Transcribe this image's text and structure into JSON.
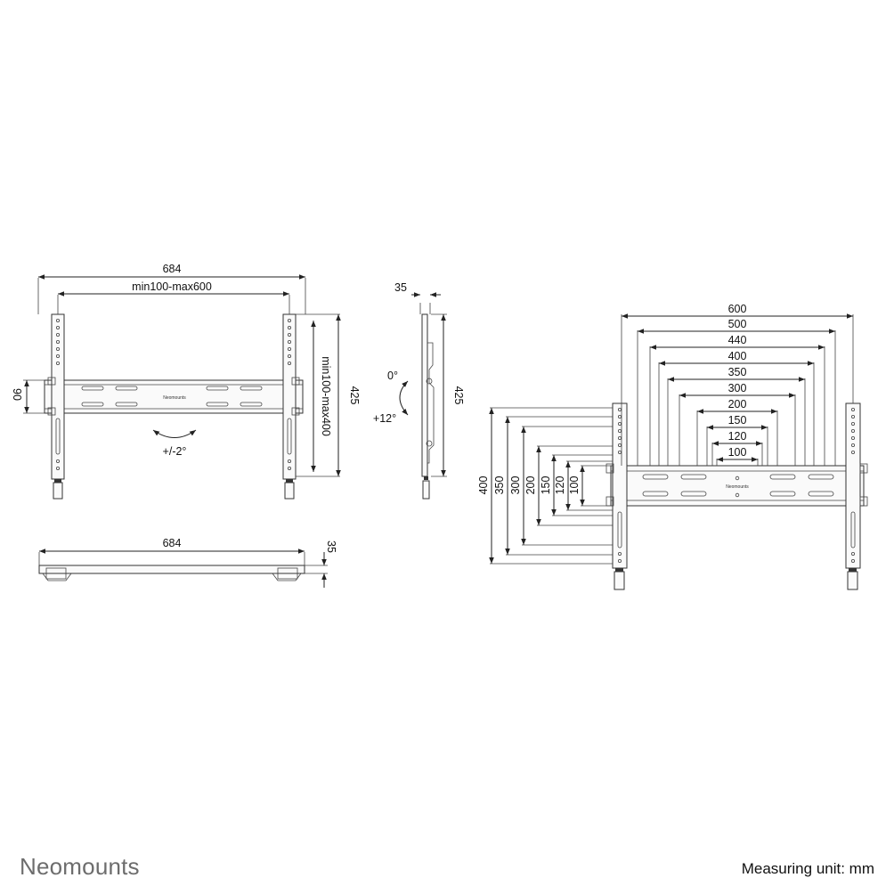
{
  "front_view": {
    "width_label": "684",
    "inner_width_label": "min100-max600",
    "height_label": "425",
    "vertical_label": "min100-max400",
    "rail_label": "90",
    "rotate_label": "+/-2°",
    "plate_brand": "Neomounts"
  },
  "side_view": {
    "depth_label": "35",
    "height_label": "425",
    "tilt_min_label": "0°",
    "tilt_max_label": "+12°"
  },
  "top_view": {
    "width_label": "684",
    "depth_label": "35"
  },
  "vesa_view": {
    "horizontal_labels": [
      "600",
      "500",
      "440",
      "400",
      "350",
      "300",
      "200",
      "150",
      "120",
      "100"
    ],
    "vertical_labels": [
      "400",
      "350",
      "300",
      "200",
      "150",
      "120",
      "100"
    ],
    "plate_brand": "Neomounts"
  },
  "footer": {
    "brand": "Neomounts",
    "unit": "Measuring unit: mm"
  }
}
